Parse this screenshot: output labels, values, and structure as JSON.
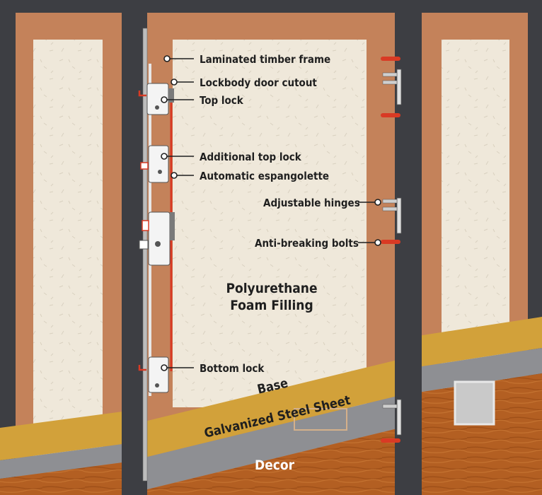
{
  "labels": {
    "laminated_frame": "Laminated timber frame",
    "lockbody_cutout": "Lockbody door cutout",
    "top_lock": "Top lock",
    "additional_top_lock": "Additional top lock",
    "automatic_espangolette": "Automatic espangolette",
    "adjustable_hinges": "Adjustable hinges",
    "anti_breaking_bolts": "Anti-breaking bolts",
    "bottom_lock": "Bottom lock",
    "foam_filling_line1": "Polyurethane",
    "foam_filling_line2": "Foam Filling",
    "base": "Base",
    "galvanized_sheet": "Galvanized Steel Sheet",
    "decor": "Decor"
  },
  "colors": {
    "frame_dark": "#3d3e43",
    "timber": "#c4825a",
    "foam": "#efe8da",
    "base_yellow": "#d2a13a",
    "steel": "#8e8f93",
    "wood_decor": "#b35f22",
    "accent_red": "#d93a24"
  }
}
